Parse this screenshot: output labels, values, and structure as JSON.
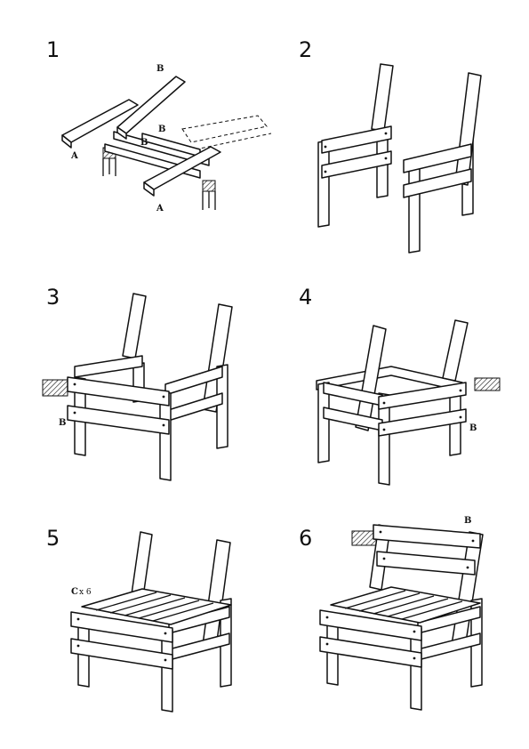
{
  "steps": [
    {
      "number": "1",
      "labels": [
        "B",
        "A",
        "B",
        "B",
        "A"
      ]
    },
    {
      "number": "2",
      "labels": []
    },
    {
      "number": "3",
      "labels": [
        "B"
      ]
    },
    {
      "number": "4",
      "labels": [
        "B"
      ]
    },
    {
      "number": "5",
      "labels": [
        "C",
        "x 6"
      ]
    },
    {
      "number": "6",
      "labels": [
        "B"
      ]
    }
  ]
}
